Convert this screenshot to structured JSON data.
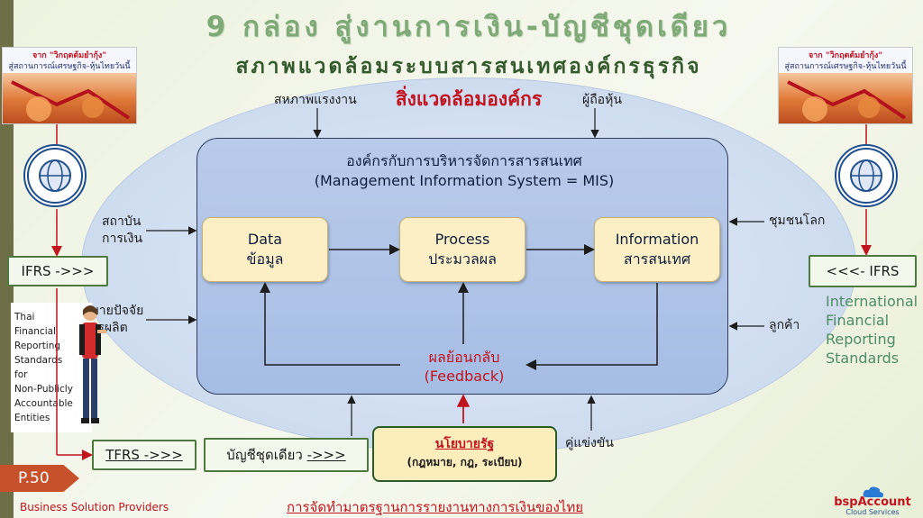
{
  "title": {
    "main": "9 กล่อง สู่งานการเงิน-บัญชีชุดเดียว",
    "sub": "สภาพแวดล้อมระบบสารสนเทศองค์กรธุรกิจ"
  },
  "environment": {
    "title": "สิ่งแวดล้อมองค์กร",
    "labor": "สหภาพแรงงาน",
    "shareholders": "ผู้ถือหุ้น",
    "financial_institutions_line1": "สถาบัน",
    "financial_institutions_line2": "การเงิน",
    "suppliers_line1": "ผู้ขายปัจจัย",
    "suppliers_line2": "การผลิต",
    "community": "ชุมชนโลก",
    "customers": "ลูกค้า",
    "competitors": "คู่แข่งขัน"
  },
  "mis": {
    "title_th": "องค์กรกับการบริหารจัดการสารสนเทศ",
    "title_en": "(Management Information System = MIS)",
    "data_en": "Data",
    "data_th": "ข้อมูล",
    "process_en": "Process",
    "process_th": "ประมวลผล",
    "info_en": "Information",
    "info_th": "สารสนเทศ",
    "feedback_th": "ผลย้อนกลับ",
    "feedback_en": "(Feedback)"
  },
  "policy": {
    "title": "นโยบายรัฐ",
    "subtitle": "(กฎหมาย, กฎ, ระเบียบ)"
  },
  "left_panel": {
    "ifrs_label": "IFRS ->>>",
    "tfrs_label": "TFRS ->>>",
    "ledger_label": "บัญชีชุดเดียว",
    "ledger_arrow": "->>>",
    "tfrs_desc": [
      "Thai",
      "Financial",
      "Reporting",
      "Standards",
      "for",
      "Non-Publicly",
      "Accountable",
      "Entities"
    ],
    "book_line1": "จาก \"วิกฤตต้มยำกุ้ง\"",
    "book_line2": "สู่สถานการณ์เศรษฐกิจ-หุ้นไทยวันนี้"
  },
  "right_panel": {
    "ifrs_label": "<<<- IFRS",
    "ifrs_desc": [
      "International",
      "Financial",
      "Reporting",
      "Standards"
    ],
    "book_line1": "จาก \"วิกฤตต้มยำกุ้ง\"",
    "book_line2": "สู่สถานการณ์เศรษฐกิจ-หุ้นไทยวันนี้"
  },
  "footer": {
    "page": "P.50",
    "company": "Business Solution Providers",
    "center": "การจัดทำมาตรฐานการรายงานทางการเงินของไทย",
    "brand": "bspAccount",
    "brand_sub": "Cloud Services"
  },
  "colors": {
    "accent_red": "#c0141e",
    "title_green": "#7faa78",
    "dark_green": "#355a2e",
    "box_border_green": "#4f7a3f"
  }
}
